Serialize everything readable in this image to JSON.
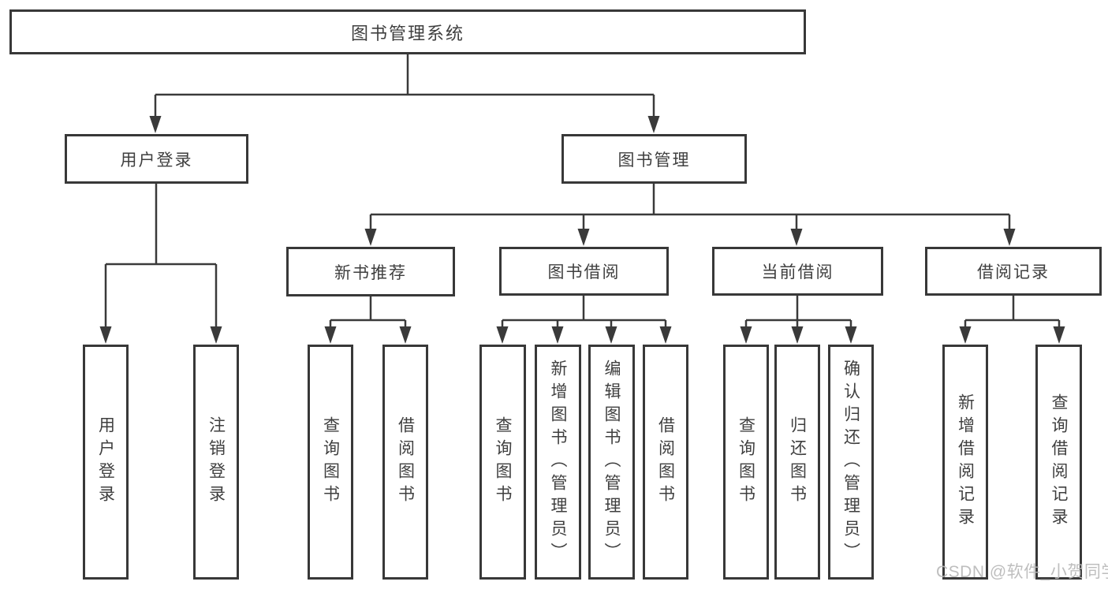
{
  "tree": {
    "label": "图书管理系统",
    "children": [
      {
        "label": "用户登录",
        "children": [
          {
            "label": "用户登录"
          },
          {
            "label": "注销登录"
          }
        ]
      },
      {
        "label": "图书管理",
        "children": [
          {
            "label": "新书推荐",
            "children": [
              {
                "label": "查询图书"
              },
              {
                "label": "借阅图书"
              }
            ]
          },
          {
            "label": "图书借阅",
            "children": [
              {
                "label": "查询图书"
              },
              {
                "label": "新增图书（管理员）"
              },
              {
                "label": "编辑图书（管理员）"
              },
              {
                "label": "借阅图书"
              }
            ]
          },
          {
            "label": "当前借阅",
            "children": [
              {
                "label": "查询图书"
              },
              {
                "label": "归还图书"
              },
              {
                "label": "确认归还（管理员）"
              }
            ]
          },
          {
            "label": "借阅记录",
            "children": [
              {
                "label": "新增借阅记录"
              },
              {
                "label": "查询借阅记录"
              }
            ]
          }
        ]
      }
    ]
  },
  "watermark": {
    "text": "CSDN @软件_小贺同学"
  },
  "colors": {
    "background": "#ffffff",
    "box_border": "#383838",
    "connector_line": "#3a3a3a",
    "text": "#3f3f3f",
    "watermark_text": "#b9b9b9"
  }
}
